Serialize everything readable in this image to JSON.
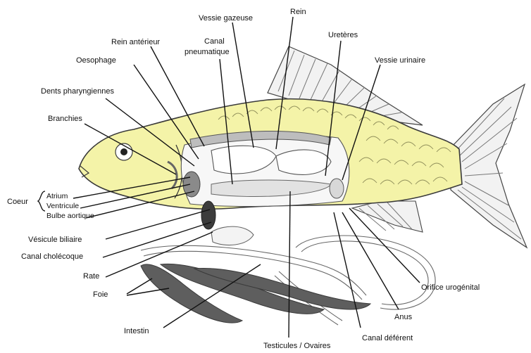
{
  "diagram": {
    "labels": {
      "vessie_gazeuse": "Vessie gazeuse",
      "rein": "Rein",
      "rein_anterieur": "Rein antérieur",
      "canal_pneumatique_line1": "Canal",
      "canal_pneumatique_line2": "pneumatique",
      "ureteres": "Uretères",
      "oesophage": "Oesophage",
      "vessie_urinaire": "Vessie urinaire",
      "dents_pharyngiennes": "Dents pharyngiennes",
      "branchies": "Branchies",
      "coeur": "Coeur",
      "atrium": "Atrium",
      "ventricule": "Ventricule",
      "bulbe_aortique": "Bulbe aortique",
      "vesicule_biliaire": "Vésicule biliaire",
      "canal_cholecoque": "Canal cholécoque",
      "rate": "Rate",
      "foie": "Foie",
      "intestin": "Intestin",
      "testicules_ovaires": "Testicules / Ovaires",
      "canal_deferent": "Canal déférent",
      "anus": "Anus",
      "orifice_urogenital": "Orifice urogénital"
    },
    "colors": {
      "body_fill": "#f4f3a8",
      "body_outline": "#3a3a3a",
      "organ_dark": "#6f6f6f",
      "organ_mid": "#bdbdbd",
      "line": "#111111"
    }
  }
}
